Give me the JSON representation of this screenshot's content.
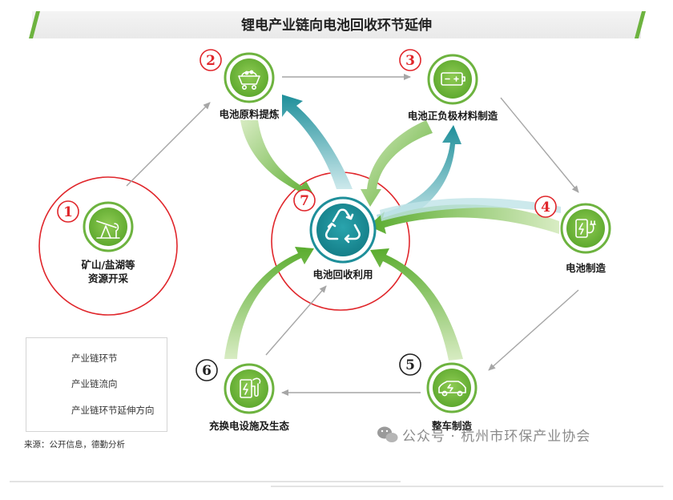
{
  "title": "锂电产业链向电池回收环节延伸",
  "nodes": {
    "n1": {
      "number": "①",
      "label_line1": "矿山/盐湖等",
      "label_line2": "资源开采",
      "icon": "oil-pump-icon"
    },
    "n2": {
      "number": "②",
      "label": "电池原料提炼",
      "icon": "mine-cart-icon"
    },
    "n3": {
      "number": "③",
      "label": "电池正负极材料制造",
      "icon": "battery-icon"
    },
    "n4": {
      "number": "④",
      "label": "电池制造",
      "icon": "battery-plug-icon"
    },
    "n5": {
      "number": "⑤",
      "label": "整车制造",
      "icon": "car-icon"
    },
    "n6": {
      "number": "⑥",
      "label": "充换电设施及生态",
      "icon": "charging-station-icon"
    },
    "n7": {
      "number": "⑦",
      "label": "电池回收利用",
      "icon": "recycle-icon"
    }
  },
  "legend": {
    "node": "产业链环节",
    "flow": "产业链流向",
    "extension": "产业链环节延伸方向"
  },
  "source": "来源：公开信息，德勤分析",
  "watermark": "公众号 · 杭州市环保产业协会",
  "colors": {
    "green": "#6db33f",
    "green_dark": "#4e9a2c",
    "teal": "#1e8f9a",
    "teal_light": "#5fc0c8",
    "red": "#e0262b",
    "gray_arrow": "#a6a6a6",
    "title_accent": "#6db33f"
  }
}
